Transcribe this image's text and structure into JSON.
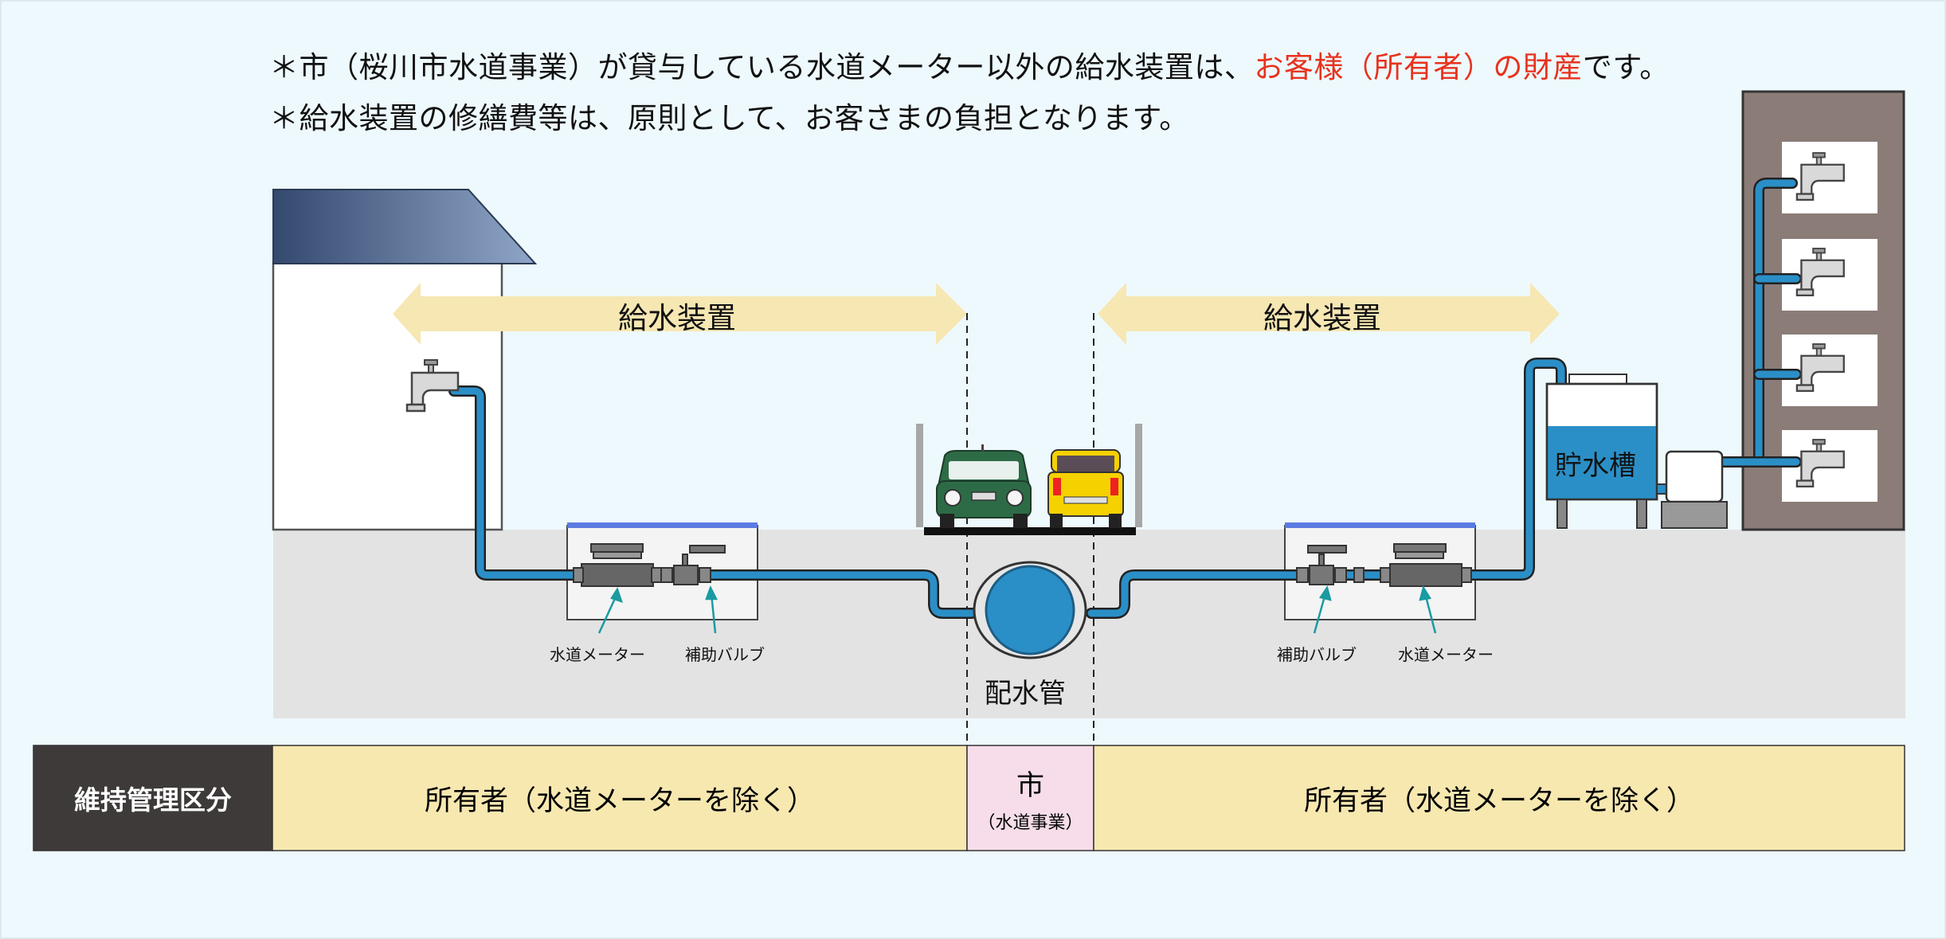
{
  "notes": {
    "line1_prefix": "＊市（桜川市水道事業）が貸与している水道メーター以外の給水装置は、",
    "line1_red": "お客様（所有者）の財産",
    "line1_suffix": "です。",
    "line2": "＊給水装置の修繕費等は、原則として、お客さまの負担となります。"
  },
  "arrows": {
    "left_label": "給水装置",
    "right_label": "給水装置"
  },
  "labels": {
    "left_meter": "水道メーター",
    "left_valve": "補助バルブ",
    "right_valve": "補助バルブ",
    "right_meter": "水道メーター",
    "main_pipe": "配水管",
    "tank": "貯水槽"
  },
  "table": {
    "header": "維持管理区分",
    "left_owner": "所有者（水道メーターを除く）",
    "city": "市",
    "city_sub": "（水道事業）",
    "right_owner": "所有者（水道メーターを除く）"
  },
  "colors": {
    "background": "#eef9fd",
    "ground": "#e3e3e3",
    "pipe": "#2b8fc7",
    "arrow_band": "#f6e7b3",
    "table_owner": "#f7e8b0",
    "table_city": "#f6dde9",
    "table_header": "#3e3a39",
    "building": "#8b7c78",
    "accent_red": "#e8321e"
  }
}
